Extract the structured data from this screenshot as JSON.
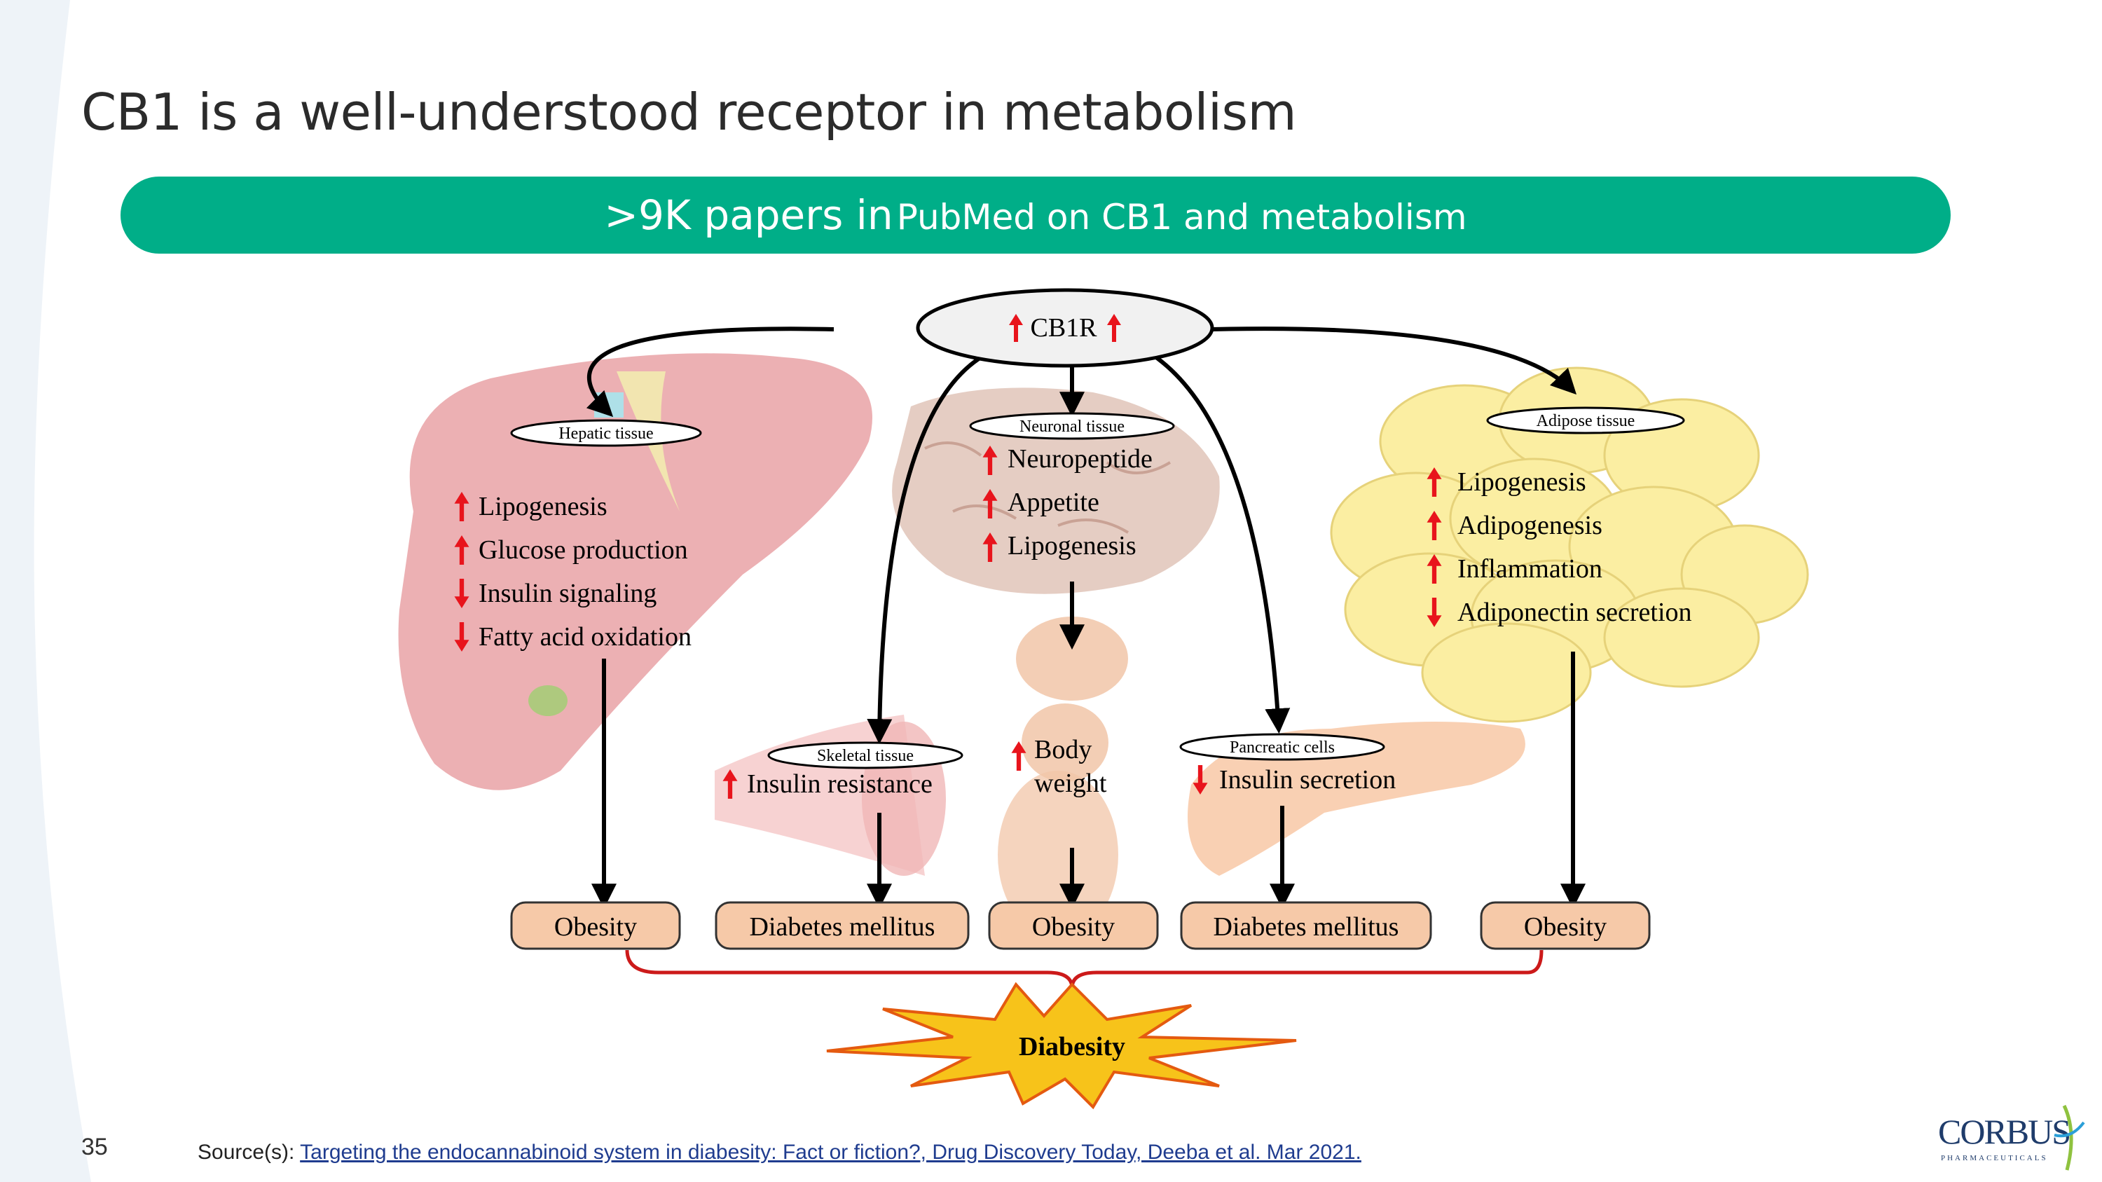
{
  "slide": {
    "title": "CB1 is a well-understood receptor in metabolism",
    "banner_big": ">9K papers in",
    "banner_small": "PubMed on CB1 and metabolism",
    "page_number": "35",
    "source_label": "Source(s):",
    "source_link": "Targeting the endocannabinoid system in diabesity: Fact or fiction?, Drug Discovery Today, Deeba et al. Mar 2021."
  },
  "logo": {
    "name": "CORBUS",
    "subtitle": "PHARMACEUTICALS"
  },
  "diagram": {
    "receptor": "CB1R",
    "hepatic": {
      "label": "Hepatic tissue",
      "effects": [
        {
          "text": "Lipogenesis",
          "dir": "up"
        },
        {
          "text": "Glucose production",
          "dir": "up"
        },
        {
          "text": "Insulin signaling",
          "dir": "down"
        },
        {
          "text": "Fatty acid oxidation",
          "dir": "down"
        }
      ]
    },
    "neuronal": {
      "label": "Neuronal tissue",
      "effects": [
        {
          "text": "Neuropeptide",
          "dir": "up"
        },
        {
          "text": "Appetite",
          "dir": "up"
        },
        {
          "text": "Lipogenesis",
          "dir": "up"
        }
      ]
    },
    "adipose": {
      "label": "Adipose tissue",
      "effects": [
        {
          "text": "Lipogenesis",
          "dir": "up"
        },
        {
          "text": "Adipogenesis",
          "dir": "up"
        },
        {
          "text": "Inflammation",
          "dir": "up"
        },
        {
          "text": "Adiponectin secretion",
          "dir": "down"
        }
      ]
    },
    "skeletal": {
      "label": "Skeletal tissue",
      "effect": "Insulin resistance",
      "dir": "up"
    },
    "body": {
      "line1": "Body",
      "line2": "weight",
      "dir": "up"
    },
    "pancreatic": {
      "label": "Pancreatic cells",
      "effect": "Insulin secretion",
      "dir": "down"
    },
    "outcomes": [
      "Obesity",
      "Diabetes mellitus",
      "Obesity",
      "Diabetes mellitus",
      "Obesity"
    ],
    "result": "Diabesity"
  },
  "colors": {
    "banner": "#00ae88",
    "up_arrow": "#e8141c",
    "outcome_fill": "#f6c9a8",
    "diabesity_fill": "#f7c31a",
    "connector": "#cc1a1a"
  }
}
